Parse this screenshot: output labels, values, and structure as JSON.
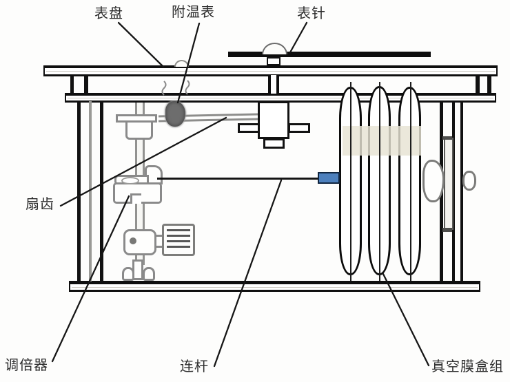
{
  "diagram": {
    "description_labels": {
      "dial": "表盘",
      "attached_thermometer": "附温表",
      "pointer_needle": "表针",
      "sector_gear": "扇齿",
      "multiplier": "调倍器",
      "connecting_rod": "连杆",
      "vacuum_capsule_group": "真空膜盒组"
    },
    "colors": {
      "frame_line": "#0f0f0f",
      "pencil_gray": "#8a8a8a",
      "link_block_blue": "#4d80bd",
      "highlight_band": "#e7e3d3",
      "label_text": "#2c2c2c"
    }
  }
}
